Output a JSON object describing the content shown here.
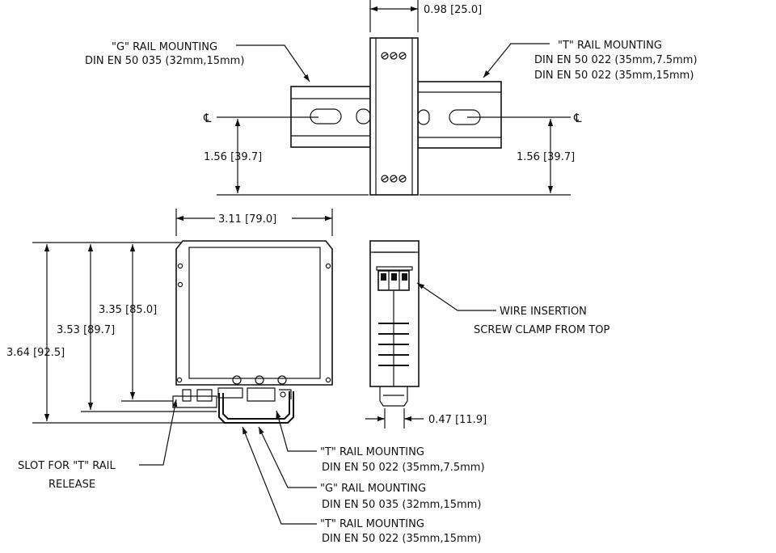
{
  "top_view": {
    "width_dim": "0.98 [25.0]",
    "g_rail_title": "\"G\" RAIL MOUNTING",
    "g_rail_spec": "DIN EN 50 035 (32mm,15mm)",
    "t_rail_title": "\"T\" RAIL MOUNTING",
    "t_rail_spec_1": "DIN EN 50 022 (35mm,7.5mm)",
    "t_rail_spec_2": "DIN EN 50 022 (35mm,15mm)",
    "centerline_symbol": "℄",
    "height_dim_left": "1.56 [39.7]",
    "height_dim_right": "1.56 [39.7]"
  },
  "front_view": {
    "width_dim": "3.11 [79.0]",
    "height_dim_outer": "3.64 [92.5]",
    "height_dim_mid": "3.53 [89.7]",
    "height_dim_inner": "3.35 [85.0]"
  },
  "side_view": {
    "wire_note_1": "WIRE INSERTION",
    "wire_note_2": "SCREW CLAMP FROM TOP",
    "depth_dim": "0.47 [11.9]"
  },
  "callouts": {
    "slot_1": "SLOT FOR \"T\" RAIL",
    "slot_2": "RELEASE",
    "t75_title": "\"T\" RAIL MOUNTING",
    "t75_spec": "DIN EN 50 022 (35mm,7.5mm)",
    "g_title": "\"G\" RAIL MOUNTING",
    "g_spec": "DIN EN 50 035 (32mm,15mm)",
    "t15_title": "\"T\" RAIL MOUNTING",
    "t15_spec": "DIN EN 50 022 (35mm,15mm)"
  }
}
